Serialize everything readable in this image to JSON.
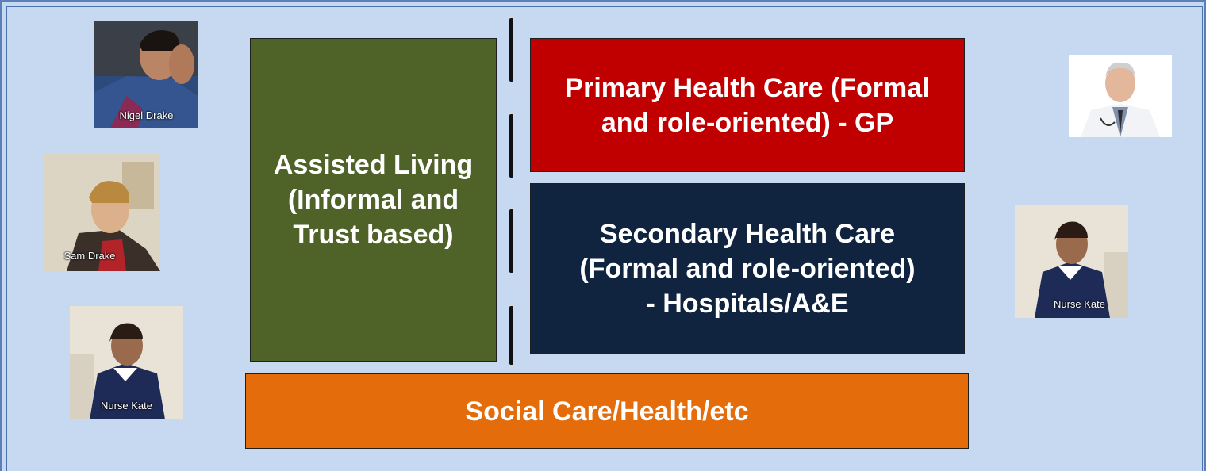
{
  "boxes": {
    "assisted_living": "Assisted Living\n(Informal and\nTrust based)",
    "primary_care": "Primary Health Care (Formal\nand role-oriented) - GP",
    "secondary_care": "Secondary Health Care\n(Formal and role-oriented)\n- Hospitals/A&E",
    "social_care": "Social Care/Health/etc"
  },
  "photos": {
    "nigel": "Nigel Drake",
    "sam": "Sam Drake",
    "kate_left": "Nurse Kate",
    "kate_right": "Nurse Kate"
  },
  "colors": {
    "background": "#c6d9f1",
    "assisted_living": "#4f6228",
    "primary_care": "#c00000",
    "secondary_care": "#10233f",
    "social_care": "#e46c0a"
  }
}
